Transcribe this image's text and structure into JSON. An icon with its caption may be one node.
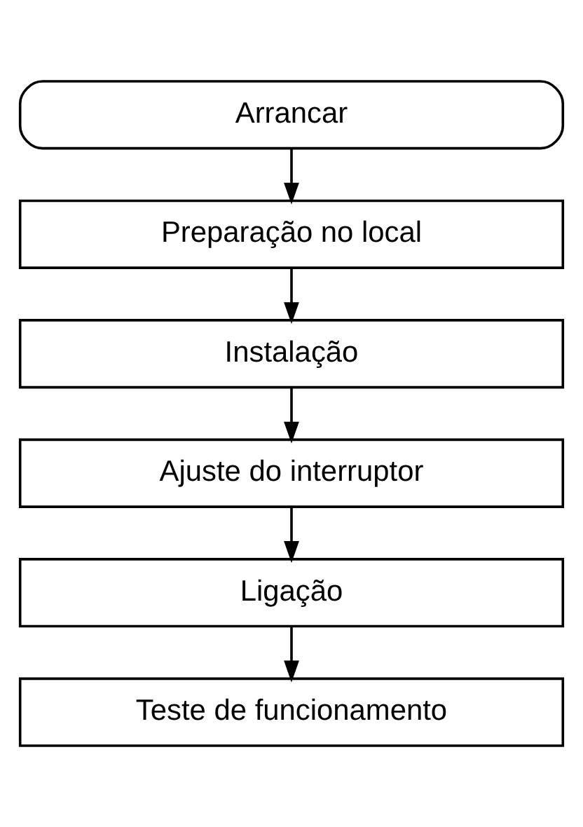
{
  "diagram": {
    "nodes": [
      {
        "text": [
          "Arrancar"
        ]
      },
      {
        "text": [
          "Preparação no local"
        ]
      },
      {
        "text": [
          "Instalação"
        ]
      },
      {
        "text": [
          "Ajuste do interruptor"
        ]
      },
      {
        "text": [
          "Ligação"
        ]
      },
      {
        "text": [
          "Teste de funcionamento"
        ]
      }
    ],
    "edges": [
      {
        "from": 0,
        "to": 1,
        "arrow": "to"
      },
      {
        "from": 1,
        "to": 2,
        "arrow": "to"
      },
      {
        "from": 2,
        "to": 3,
        "arrow": "to"
      },
      {
        "from": 3,
        "to": 4,
        "arrow": "to"
      },
      {
        "from": 4,
        "to": 5,
        "arrow": "to"
      }
    ]
  }
}
